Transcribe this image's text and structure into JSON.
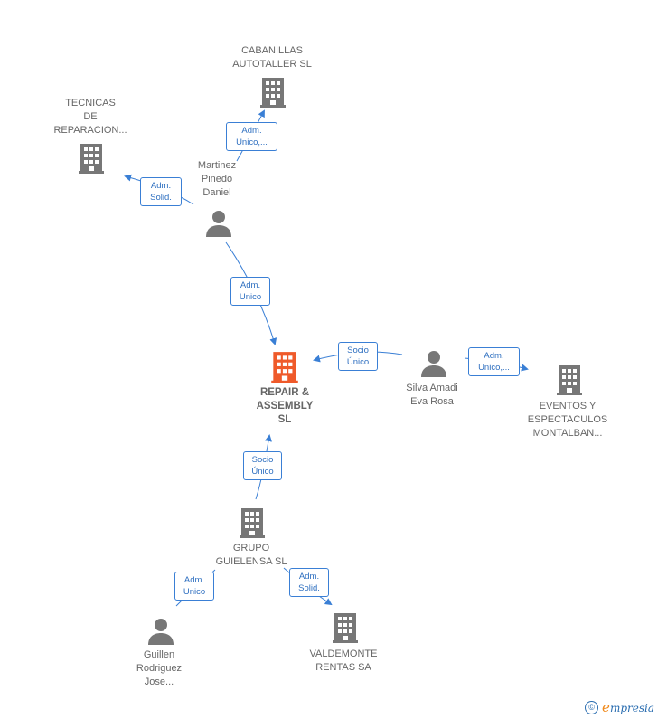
{
  "colors": {
    "company": "#777777",
    "main_company": "#ef5a2a",
    "person": "#777777",
    "edge": "#3a7fd5",
    "label_text": "#666666"
  },
  "nodes": {
    "cabanillas": {
      "type": "company",
      "lines": [
        "CABANILLAS",
        "AUTOTALLER SL"
      ]
    },
    "tecnicas": {
      "type": "company",
      "lines": [
        "TECNICAS",
        "DE",
        "REPARACION..."
      ]
    },
    "martinez": {
      "type": "person",
      "lines": [
        "Martinez",
        "Pinedo",
        "Daniel"
      ]
    },
    "repair": {
      "type": "main-company",
      "lines": [
        "REPAIR &",
        "ASSEMBLY",
        "SL"
      ]
    },
    "silva": {
      "type": "person",
      "lines": [
        "Silva Amadi",
        "Eva Rosa"
      ]
    },
    "eventos": {
      "type": "company",
      "lines": [
        "EVENTOS Y",
        "ESPECTACULOS",
        "MONTALBAN..."
      ]
    },
    "grupo": {
      "type": "company",
      "lines": [
        "GRUPO",
        "GUIELENSA SL"
      ]
    },
    "guillen": {
      "type": "person",
      "lines": [
        "Guillen",
        "Rodriguez",
        "Jose..."
      ]
    },
    "valdemonte": {
      "type": "company",
      "lines": [
        "VALDEMONTE",
        "RENTAS SA"
      ]
    }
  },
  "edges": {
    "martinez_cabanillas": [
      "Adm.",
      "Unico,..."
    ],
    "martinez_tecnicas": [
      "Adm.",
      "Solid."
    ],
    "martinez_repair": [
      "Adm.",
      "Unico"
    ],
    "silva_repair": [
      "Socio",
      "Único"
    ],
    "silva_eventos": [
      "Adm.",
      "Unico,..."
    ],
    "grupo_repair": [
      "Socio",
      "Único"
    ],
    "guillen_grupo": [
      "Adm.",
      "Unico"
    ],
    "grupo_valdemonte": [
      "Adm.",
      "Solid."
    ]
  },
  "footer": {
    "copyright_symbol": "©",
    "brand_initial": "e",
    "brand_rest": "mpresia"
  }
}
